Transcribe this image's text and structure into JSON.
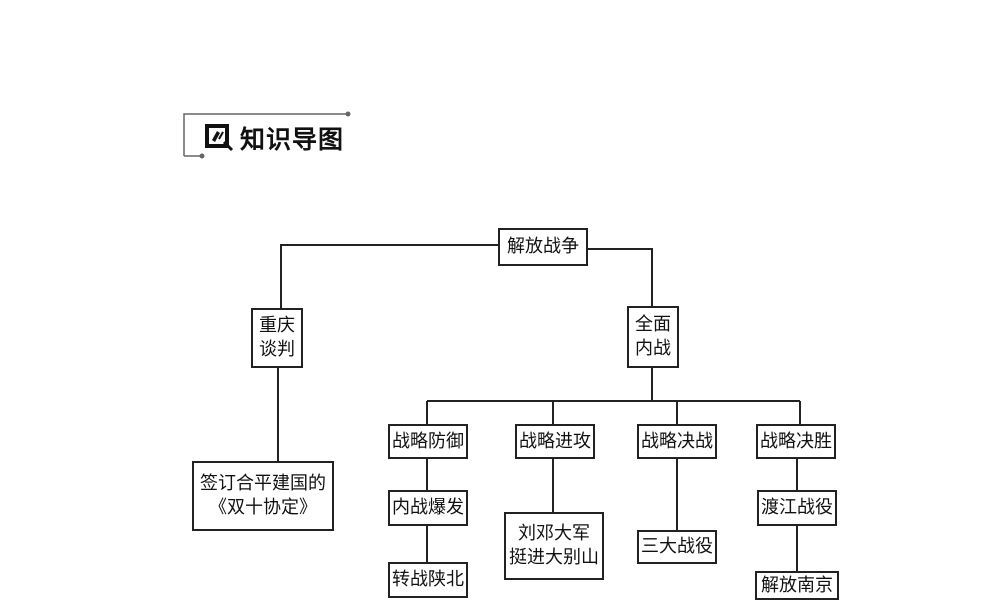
{
  "header": {
    "title": "知识导图",
    "icon": "book-pen-icon"
  },
  "diagram": {
    "root": "解放战争",
    "left_branch": {
      "label": "重庆\n谈判",
      "child": "签订合平建国的\n《双十协定》"
    },
    "right_branch": {
      "label": "全面\n内战",
      "stages": [
        {
          "label": "战略防御",
          "children": [
            "内战爆发",
            "转战陕北"
          ]
        },
        {
          "label": "战略进攻",
          "children": [
            "刘邓大军\n挺进大别山"
          ]
        },
        {
          "label": "战略决战",
          "children": [
            "三大战役"
          ]
        },
        {
          "label": "战略决胜",
          "children": [
            "渡江战役",
            "解放南京"
          ]
        }
      ]
    }
  }
}
